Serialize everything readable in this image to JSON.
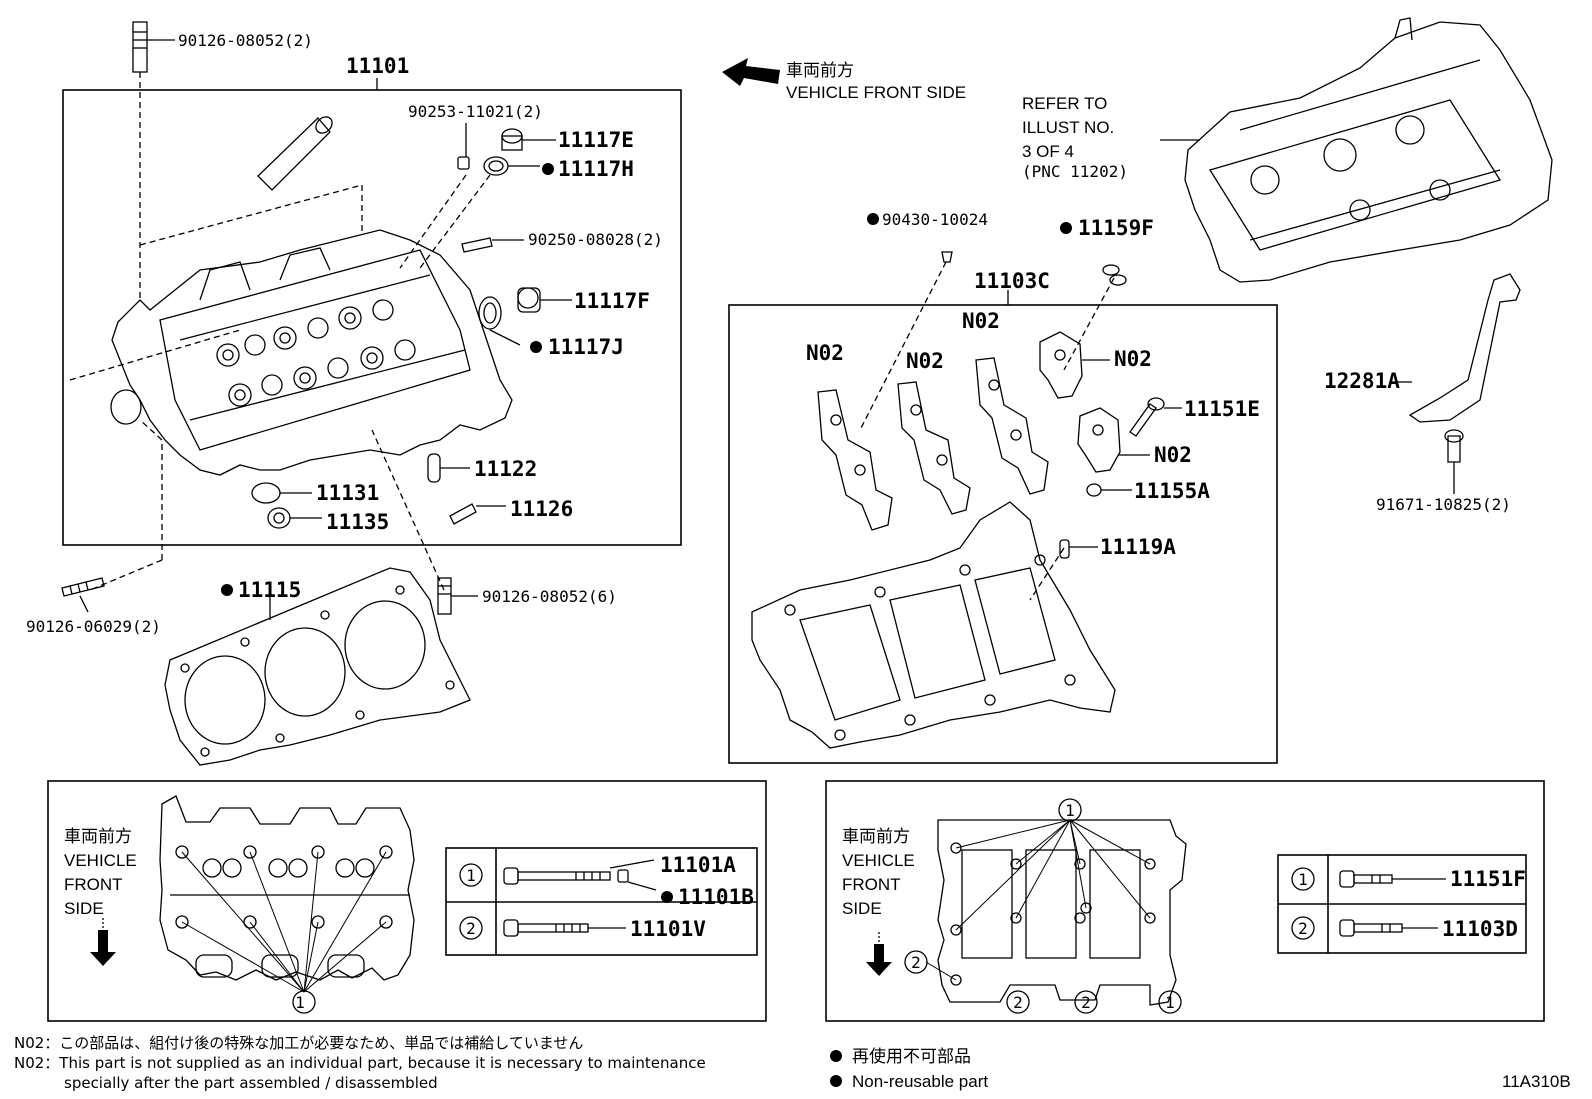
{
  "labels": {
    "p90126_08052_2": "90126-08052(2)",
    "p11101": "11101",
    "p90253": "90253-11021(2)",
    "p11117E": "11117E",
    "p11117H": "11117H",
    "p90250": "90250-08028(2)",
    "p11117F": "11117F",
    "p11117J": "11117J",
    "p11122": "11122",
    "p11131": "11131",
    "p11126": "11126",
    "p11135": "11135",
    "p11115": "11115",
    "p90126_06029": "90126-06029(2)",
    "p90126_08052_6": "90126-08052(6)",
    "p90430": "90430-10024",
    "p11159F": "11159F",
    "p11103C": "11103C",
    "n02_a": "N02",
    "n02_b": "N02",
    "n02_c": "N02",
    "n02_d": "N02",
    "n02_e": "N02",
    "p11151E": "11151E",
    "p11155A": "11155A",
    "p11119A": "11119A",
    "p12281A": "12281A",
    "p91671": "91671-10825(2)",
    "p11101A": "11101A",
    "p11101B": "11101B",
    "p11101V": "11101V",
    "p11151F": "11151F",
    "p11103D": "11103D",
    "circ1": "1",
    "circ2": "2"
  },
  "front_side": {
    "jp": "車両前方",
    "en": "VEHICLE FRONT SIDE",
    "en_line1": "VEHICLE",
    "en_line2": "FRONT",
    "en_line3": "SIDE"
  },
  "refer": {
    "line1": "REFER TO",
    "line2": "ILLUST NO.",
    "line3": "3 OF 4",
    "line4": "(PNC 11202)"
  },
  "notes": {
    "n02_jp": "N02：この部品は、組付け後の特殊な加工が必要なため、単品では補給していません",
    "n02_en_1": "N02：This part is not supplied as an individual part, because it is necessary to maintenance",
    "n02_en_2": "specially after the part assembled / disassembled",
    "legend_jp": "再使用不可部品",
    "legend_en": "Non-reusable part",
    "figure_id": "11A310B"
  }
}
